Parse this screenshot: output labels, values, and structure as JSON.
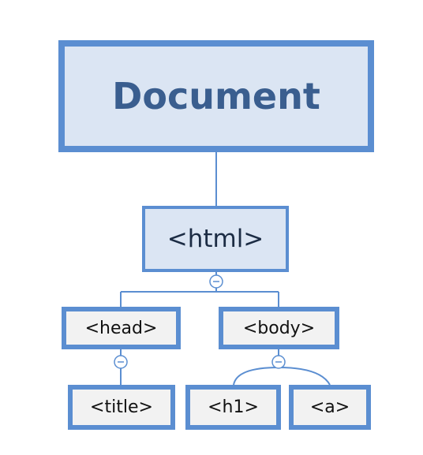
{
  "nodes": {
    "document": "Document",
    "html": "<html>",
    "head": "<head>",
    "body": "<body>",
    "title": "<title>",
    "h1": "<h1>",
    "a": "<a>"
  },
  "colors": {
    "border": "#5b8ed1",
    "root_fill": "#dbe5f3",
    "root_text": "#3a5e8f",
    "leaf_fill": "#f2f2f2",
    "connector": "#5b8ed1"
  },
  "icons": {
    "collapse": "minus-circle-icon"
  }
}
